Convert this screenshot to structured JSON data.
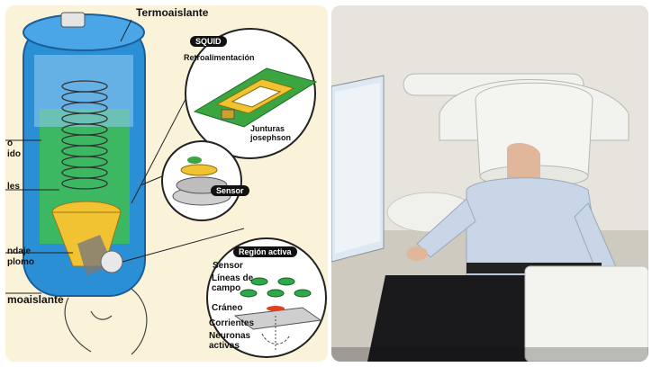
{
  "diagram": {
    "labels": {
      "termoaislante_top": "Termoaislante",
      "nitrogeno_fragment_1": "o",
      "nitrogeno_fragment_2": "ido",
      "helio_fragment": "les",
      "blindaje_fragment_1": "ndaje",
      "blindaje_fragment_2": "plomo",
      "termoaislante_bottom": "moaislante",
      "squid_title": "SQUID",
      "retroalimentacion": "Retroalimentación",
      "junturas": "Junturas",
      "josephson": "josephson",
      "sensor_title": "Sensor",
      "region_title": "Región activa",
      "sensor_label": "Sensor",
      "lineas_de": "Líneas de",
      "campo": "campo",
      "craneo": "Cráneo",
      "corrientes": "Corrientes",
      "neuronas": "Neuronas",
      "activas": "activas"
    },
    "colors": {
      "cylinder_blue": "#2b8fd6",
      "liquid_green": "#3fbf4f",
      "coil_yellow": "#f1c232",
      "board_green": "#3aa541",
      "background": "#fbf3d9"
    }
  },
  "photo": {
    "subject": "person seated under MEG helmet scanner",
    "colors": {
      "wall": "#e6e4dc",
      "scanner_white": "#f2f2ee",
      "shirt_blue": "#c9d6e8",
      "pants_dark": "#1a1a1c",
      "screen": "#dde8f2"
    }
  }
}
